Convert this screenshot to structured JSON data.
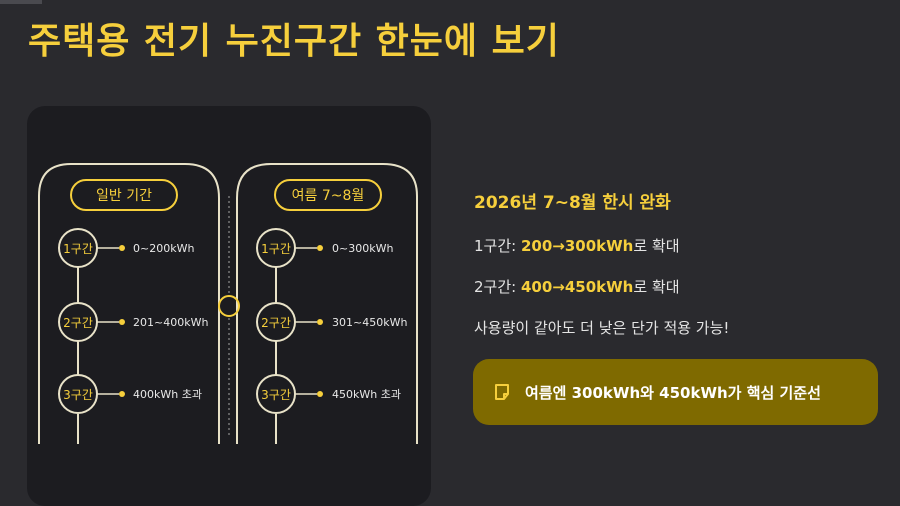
{
  "title": "주택용 전기 누진구간 한눈에 보기",
  "diagram": {
    "left": {
      "label": "일반 기간",
      "tiers": [
        {
          "name": "1구간",
          "range": "0~200kWh"
        },
        {
          "name": "2구간",
          "range": "201~400kWh"
        },
        {
          "name": "3구간",
          "range": "400kWh 초과"
        }
      ]
    },
    "right": {
      "label": "여름 7~8월",
      "tiers": [
        {
          "name": "1구간",
          "range": "0~300kWh"
        },
        {
          "name": "2구간",
          "range": "301~450kWh"
        },
        {
          "name": "3구간",
          "range": "450kWh 초과"
        }
      ]
    }
  },
  "info": {
    "heading": "2026년 7~8월 한시 완화",
    "line1": {
      "prefix": "1구간: ",
      "value": "200→300kWh",
      "suffix": "로 확대"
    },
    "line2": {
      "prefix": "2구간: ",
      "value": "400→450kWh",
      "suffix": "로 확대"
    },
    "line3": "사용량이 같아도 더 낮은 단가 적용 가능!"
  },
  "callout": {
    "icon": "note-icon",
    "text": "여름엔 300kWh와 450kWh가 핵심 기준선"
  },
  "colors": {
    "accent": "#f6cf3c",
    "background": "#2a2a2e",
    "panel": "#1c1c20",
    "callout": "#7f6a00"
  }
}
